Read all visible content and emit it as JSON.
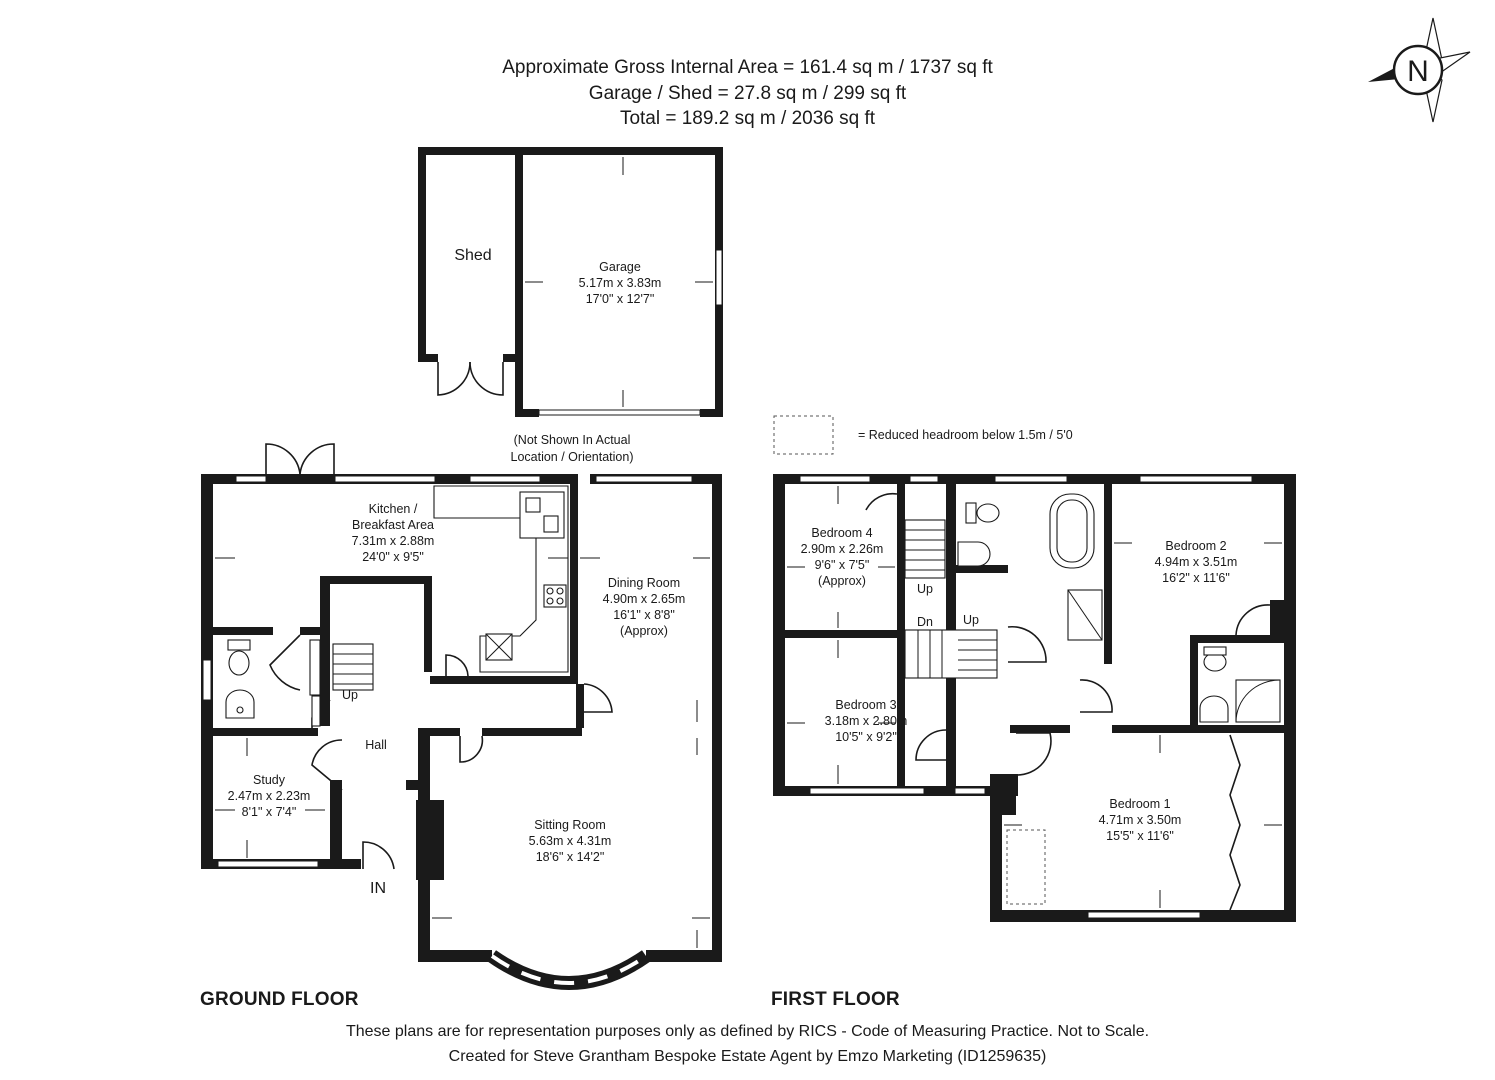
{
  "header": {
    "line1": "Approximate Gross Internal Area = 161.4 sq m / 1737 sq ft",
    "line2": "Garage / Shed = 27.8 sq m / 299 sq ft",
    "line3": "Total = 189.2 sq m / 2036 sq ft"
  },
  "compass": {
    "letter": "N",
    "icon": "compass-north-icon"
  },
  "outbuilding": {
    "shed": "Shed",
    "garage": {
      "name": "Garage",
      "metric": "5.17m x 3.83m",
      "imperial": "17'0\" x 12'7\""
    },
    "note_line1": "(Not Shown In Actual",
    "note_line2": "Location / Orientation)"
  },
  "legend": {
    "text": "= Reduced headroom below 1.5m / 5'0"
  },
  "ground_floor": {
    "title": "GROUND FLOOR",
    "kitchen": {
      "line1": "Kitchen /",
      "line2": "Breakfast Area",
      "metric": "7.31m x 2.88m",
      "imperial": "24'0\" x 9'5\""
    },
    "dining": {
      "name": "Dining Room",
      "metric": "4.90m x 2.65m",
      "imperial": "16'1\" x 8'8\"",
      "note": "(Approx)"
    },
    "sitting": {
      "name": "Sitting Room",
      "metric": "5.63m x 4.31m",
      "imperial": "18'6\" x 14'2\""
    },
    "study": {
      "name": "Study",
      "metric": "2.47m x 2.23m",
      "imperial": "8'1\" x 7'4\""
    },
    "hall": "Hall",
    "up": "Up",
    "entrance": "IN"
  },
  "first_floor": {
    "title": "FIRST FLOOR",
    "bedroom1": {
      "name": "Bedroom 1",
      "metric": "4.71m x 3.50m",
      "imperial": "15'5\" x 11'6\""
    },
    "bedroom2": {
      "name": "Bedroom 2",
      "metric": "4.94m x 3.51m",
      "imperial": "16'2\" x 11'6\""
    },
    "bedroom3": {
      "name": "Bedroom 3",
      "metric": "3.18m x 2.80m",
      "imperial": "10'5\" x 9'2\""
    },
    "bedroom4": {
      "name": "Bedroom 4",
      "metric": "2.90m x 2.26m",
      "imperial": "9'6\" x 7'5\"",
      "note": "(Approx)"
    },
    "up": "Up",
    "down": "Dn",
    "up2": "Up"
  },
  "footer": {
    "line1": "These plans are for representation purposes only as defined by RICS - Code of Measuring Practice. Not to Scale.",
    "line2": "Created for Steve Grantham Bespoke Estate Agent by Emzo Marketing (ID1259635)"
  }
}
